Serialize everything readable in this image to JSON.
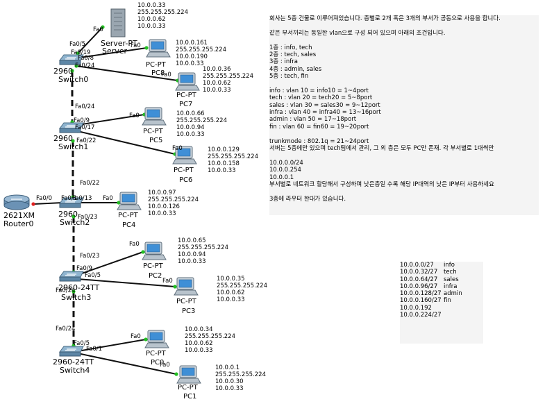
{
  "devices": [
    {
      "id": "server",
      "kind": "server",
      "name1": "Server-PT",
      "name2": "Server"
    },
    {
      "id": "sw0",
      "kind": "switch",
      "name1": "2960",
      "name2": "Switch0"
    },
    {
      "id": "sw1",
      "kind": "switch",
      "name1": "2960",
      "name2": "Switch1"
    },
    {
      "id": "sw2",
      "kind": "switch",
      "name1": "2960",
      "name2": "Switch2"
    },
    {
      "id": "sw3",
      "kind": "switch",
      "name1": "2960-24TT",
      "name2": "Switch3"
    },
    {
      "id": "sw4",
      "kind": "switch",
      "name1": "2960-24TT",
      "name2": "Switch4"
    },
    {
      "id": "router",
      "kind": "router",
      "name1": "2621XM",
      "name2": "Router0"
    },
    {
      "id": "pc8",
      "kind": "pc",
      "name1": "PC-PT",
      "name2": "PC8"
    },
    {
      "id": "pc7",
      "kind": "pc",
      "name1": "PC-PT",
      "name2": "PC7"
    },
    {
      "id": "pc5",
      "kind": "pc",
      "name1": "PC-PT",
      "name2": "PC5"
    },
    {
      "id": "pc6",
      "kind": "pc",
      "name1": "PC-PT",
      "name2": "PC6"
    },
    {
      "id": "pc4",
      "kind": "pc",
      "name1": "PC-PT",
      "name2": "PC4"
    },
    {
      "id": "pc2",
      "kind": "pc",
      "name1": "PC-PT",
      "name2": "PC2"
    },
    {
      "id": "pc3",
      "kind": "pc",
      "name1": "PC-PT",
      "name2": "PC3"
    },
    {
      "id": "pc0",
      "kind": "pc",
      "name1": "PC-PT",
      "name2": "PC0"
    },
    {
      "id": "pc1",
      "kind": "pc",
      "name1": "PC-PT",
      "name2": "PC1"
    }
  ],
  "links": [
    {
      "id": "l1",
      "from": "sw0",
      "to": "server",
      "type": "straight",
      "labels": [
        "Fa0/5",
        "Fa0"
      ]
    },
    {
      "id": "l2",
      "from": "sw0",
      "to": "pc8",
      "type": "straight",
      "labels": [
        "Fa0/19",
        "Fa0"
      ]
    },
    {
      "id": "l3",
      "from": "sw0",
      "to": "pc7",
      "type": "straight",
      "labels": [
        "Fa0/8",
        "Fa0"
      ]
    },
    {
      "id": "l4",
      "from": "sw0",
      "to": "sw1",
      "type": "cross",
      "labels": [
        "Fa0/24",
        "Fa0/24"
      ]
    },
    {
      "id": "l5",
      "from": "sw1",
      "to": "pc5",
      "type": "straight",
      "labels": [
        "Fa0/9",
        "Fa0"
      ]
    },
    {
      "id": "l6",
      "from": "sw1",
      "to": "pc6",
      "type": "straight",
      "labels": [
        "Fa0/17",
        "Fa0"
      ]
    },
    {
      "id": "l7",
      "from": "sw1",
      "to": "sw2",
      "type": "cross",
      "labels": [
        "Fa0/22",
        "Fa0/22"
      ]
    },
    {
      "id": "l8",
      "from": "sw2",
      "to": "router",
      "type": "straight",
      "labels": [
        "Fa0/1",
        "Fa0/0"
      ]
    },
    {
      "id": "l9",
      "from": "sw2",
      "to": "pc4",
      "type": "straight",
      "labels": [
        "Fa0/13",
        "Fa0"
      ]
    },
    {
      "id": "l10",
      "from": "sw2",
      "to": "sw3",
      "type": "cross",
      "labels": [
        "Fa0/23",
        "Fa0/23"
      ]
    },
    {
      "id": "l11",
      "from": "sw3",
      "to": "pc2",
      "type": "straight",
      "labels": [
        "Fa0/9",
        "Fa0"
      ]
    },
    {
      "id": "l12",
      "from": "sw3",
      "to": "pc3",
      "type": "straight",
      "labels": [
        "Fa0/5",
        "Fa0"
      ]
    },
    {
      "id": "l13",
      "from": "sw3",
      "to": "sw4",
      "type": "cross",
      "labels": [
        "Fa0/24",
        "Fa0/24"
      ]
    },
    {
      "id": "l14",
      "from": "sw4",
      "to": "pc0",
      "type": "straight",
      "labels": [
        "Fa0/5",
        "Fa0"
      ]
    },
    {
      "id": "l15",
      "from": "sw4",
      "to": "pc1",
      "type": "straight",
      "labels": [
        "Fa0/1",
        "Fa0"
      ]
    }
  ],
  "ip_configs": {
    "server": [
      "10.0.0.33",
      "255.255.255.224",
      "10.0.0.62",
      "10.0.0.33"
    ],
    "pc8": [
      "10.0.0.161",
      "255.255.255.224",
      "10.0.0.190",
      "10.0.0.33"
    ],
    "pc7": [
      "10.0.0.36",
      "255.255.255.224",
      "10.0.0.62",
      "10.0.0.33"
    ],
    "pc5": [
      "10.0.0.66",
      "255.255.255.224",
      "10.0.0.94",
      "10.0.0.33"
    ],
    "pc6": [
      "10.0.0.129",
      "255.255.255.224",
      "10.0.0.158",
      "10.0.0.33"
    ],
    "pc4": [
      "10.0.0.97",
      "255.255.255.224",
      "10.0.0.126",
      "10.0.0.33"
    ],
    "pc2": [
      "10.0.0.65",
      "255.255.255.224",
      "10.0.0.94",
      "10.0.0.33"
    ],
    "pc3": [
      "10.0.0.35",
      "255.255.255.224",
      "10.0.0.62",
      "10.0.0.33"
    ],
    "pc0": [
      "10.0.0.34",
      "255.255.255.224",
      "10.0.0.62",
      "10.0.0.33"
    ],
    "pc1": [
      "10.0.0.1",
      "255.255.255.224",
      "10.0.0.30",
      "10.0.0.33"
    ]
  },
  "notes": [
    "회사는 5층 건물로 이루어져있습니다. 층별로 2개 혹은 3개의 부서가 공동으로 사용을 합니다.",
    "",
    "같은 부서끼리는 동일한 vlan으로 구성 되어 있으며 아래의 조건입니다.",
    "",
    "1층 : info, tech",
    "2층 : tech, sales",
    "3층 : infra",
    "4층 : admin, sales",
    "5층 : tech, fin",
    "",
    "info : vlan 10 = info10 = 1~4port",
    "tech : vlan 20 = tech20 = 5~8port",
    "sales : vlan 30 = sales30 = 9~12port",
    "infra : vlan 40 = infra40 = 13~16port",
    "admin : vlan 50 = 17~18port",
    "fin : vlan 60 = fin60 = 19~20port",
    "",
    "trunkmode : 802.1q = 21~24port",
    "서버는 5층에만 있으며 tech팀에서 관리, 그 외 층은 모두 PC만 존재. 각 부서별로 1대씩만",
    "",
    "10.0.0.0/24",
    "10.0.0.254",
    "10.0.0.1",
    "부서별로 네트워크 할당해서 구성하며 낮은층일 수록 해당 IP대역의 낮은 IP부터 사용하세요",
    "",
    "3층에 라우터 한대가 있습니다."
  ],
  "subnets": [
    {
      "net": "10.0.0.0/27",
      "name": "info"
    },
    {
      "net": "10.0.0.32/27",
      "name": "tech"
    },
    {
      "net": "10.0.0.64/27",
      "name": "sales"
    },
    {
      "net": "10.0.0.96/27",
      "name": "infra"
    },
    {
      "net": "10.0.0.128/27",
      "name": "admin"
    },
    {
      "net": "10.0.0.160/27",
      "name": "fin"
    },
    {
      "net": "10.0.0.192",
      "name": ""
    },
    {
      "net": "10.0.0.224/27",
      "name": ""
    }
  ],
  "colors": {
    "link": "#111111",
    "port_up": "#22c022",
    "port_down": "#e02020"
  }
}
